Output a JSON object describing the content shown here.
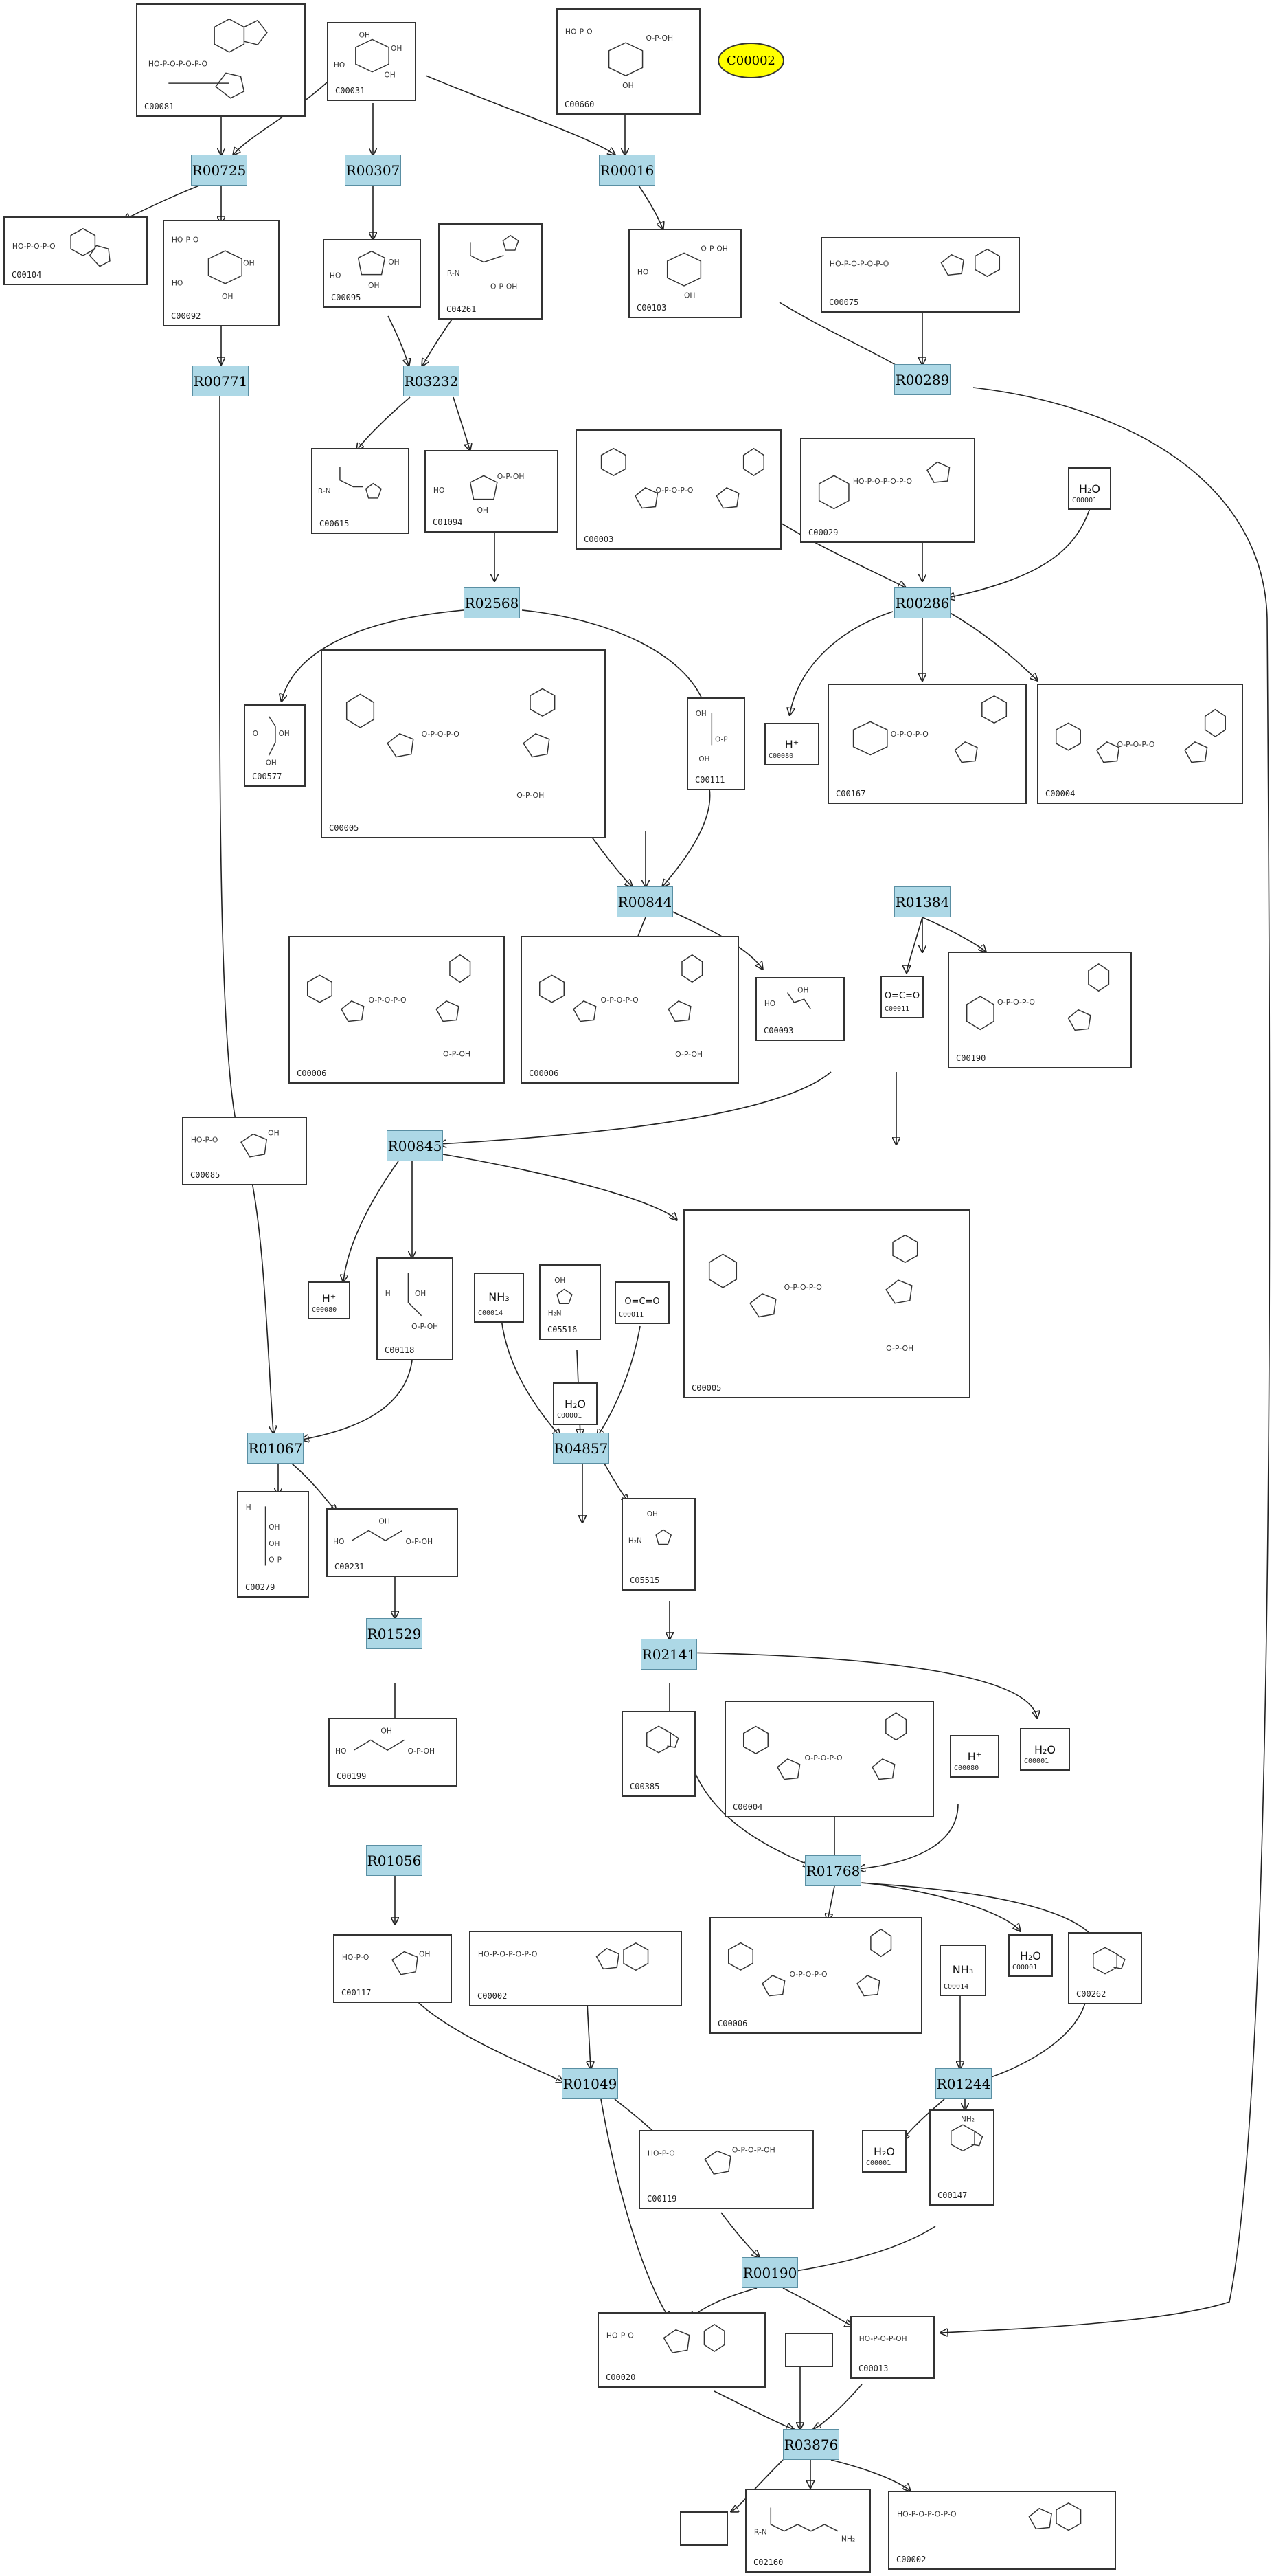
{
  "highlight": {
    "id": "C00002",
    "color": "#ffff00"
  },
  "reaction_color": "#add8e6",
  "reactions": [
    "R00725",
    "R00307",
    "R00016",
    "R00771",
    "R03232",
    "R00289",
    "R02568",
    "R00286",
    "R00844",
    "R01384",
    "R00845",
    "R01067",
    "R04857",
    "R01529",
    "R02141",
    "R01056",
    "R01768",
    "R01049",
    "R01244",
    "R00190",
    "R03876"
  ],
  "compounds": [
    "C00081",
    "C00031",
    "C00660",
    "C00104",
    "C00092",
    "C00095",
    "C04261",
    "C00103",
    "C00075",
    "C00615",
    "C01094",
    "C00003",
    "C00029",
    "C00001",
    "C00577",
    "C00005",
    "C00080",
    "C00111",
    "C00167",
    "C00004",
    "C00006",
    "C00093",
    "C00011",
    "C00190",
    "C00085",
    "C00014",
    "C05516",
    "C00118",
    "C00279",
    "C00231",
    "C05515",
    "C00199",
    "C00385",
    "C00117",
    "C00002",
    "C00119",
    "C00262",
    "C00147",
    "C00020",
    "C00013",
    "C02160"
  ],
  "formulas": {
    "H2O": "H₂O",
    "Hplus": "H⁺",
    "NH3": "NH₃",
    "CO2": "O=C=O"
  }
}
